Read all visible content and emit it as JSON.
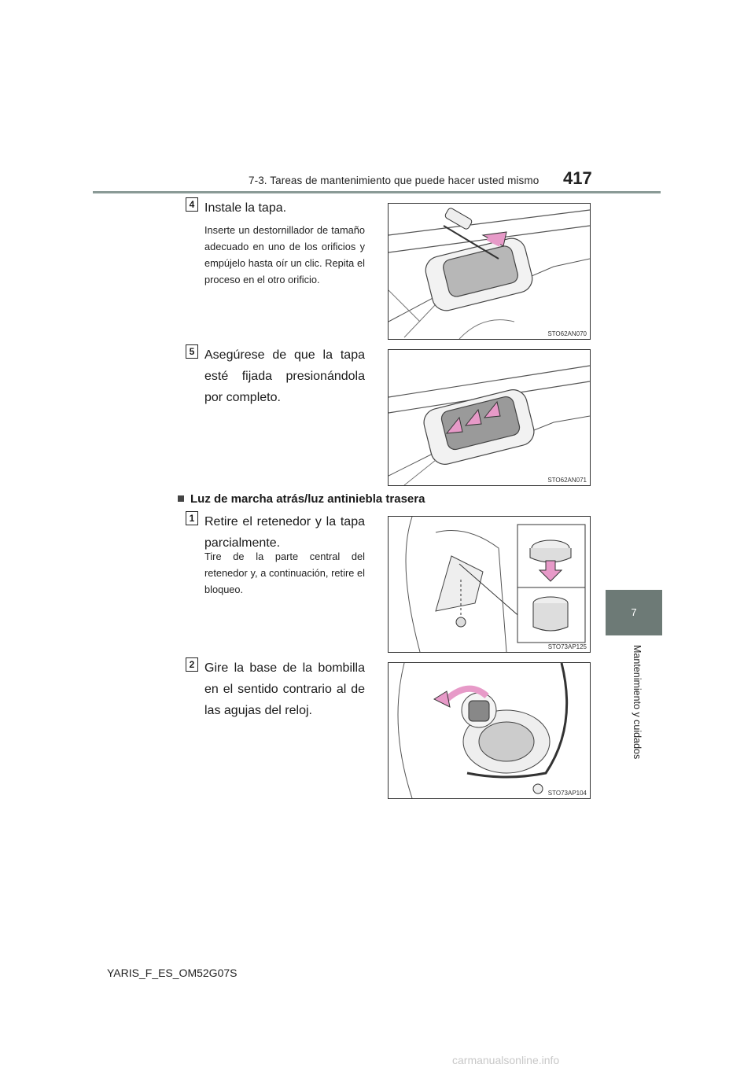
{
  "header": {
    "section_title": "7-3. Tareas de mantenimiento que puede hacer usted mismo",
    "page_number": "417"
  },
  "side_tab": {
    "chapter_number": "7",
    "chapter_title": "Mantenimiento y cuidados"
  },
  "steps_top": [
    {
      "number": "4",
      "title": "Instale la tapa.",
      "note": "Inserte un destornillador de tamaño adecuado en uno de los orificios y empújelo hasta oír un clic. Repita el proceso en el otro orificio.",
      "figure_code": "STO62AN070"
    },
    {
      "number": "5",
      "title": "Asegúrese de que la tapa esté fijada presionándola por completo.",
      "figure_code": "STO62AN071"
    }
  ],
  "section": {
    "heading": "Luz de marcha atrás/luz antiniebla trasera"
  },
  "steps_bottom": [
    {
      "number": "1",
      "title": "Retire el retenedor y la tapa parcialmente.",
      "note": "Tire de la parte central del retenedor y, a continuación, retire el bloqueo.",
      "figure_code": "STO73AP125"
    },
    {
      "number": "2",
      "title": "Gire la base de la bombilla en el sentido contrario al de las agujas del reloj.",
      "figure_code": "STO73AP104"
    }
  ],
  "footer": {
    "doc_code": "YARIS_F_ES_OM52G07S",
    "watermark": "carmanualsonline.info"
  },
  "colors": {
    "tab_gray": "#6d7a76",
    "rule_gray": "#8a9a96",
    "arrow_pink": "#e79ac8"
  }
}
